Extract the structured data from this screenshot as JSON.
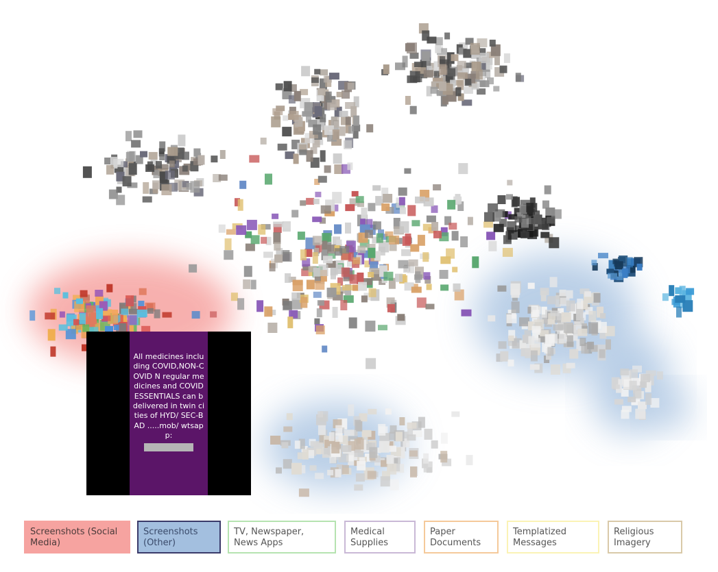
{
  "preview": {
    "text": "All medicines including COVID,NON-COVID N regular medicines and COVID ESSENTIALS can b delivered in twin cities of HYD/ SEC-BAD .....mob/ wtsapp:",
    "background_color": "#000000",
    "card_color": "#5b1568"
  },
  "legend": {
    "items": [
      {
        "label": "Screenshots (Social Media)",
        "fill": "#f6a3a0",
        "border": "#f6a3a0",
        "text_color": "#4b3b3b",
        "selected": false
      },
      {
        "label": "Screenshots (Other)",
        "fill": "#a3bfdf",
        "border": "#3a3a6a",
        "text_color": "#3a4a6a",
        "selected": true
      },
      {
        "label": "TV, Newspaper, News Apps",
        "fill": "#ffffff",
        "border": "#b5e3b0",
        "text_color": "#555555",
        "selected": false
      },
      {
        "label": "Medical Supplies",
        "fill": "#ffffff",
        "border": "#c9b8d6",
        "text_color": "#555555",
        "selected": false
      },
      {
        "label": "Paper Documents",
        "fill": "#ffffff",
        "border": "#f5c99a",
        "text_color": "#555555",
        "selected": false
      },
      {
        "label": "Templatized Messages",
        "fill": "#ffffff",
        "border": "#fbf3b5",
        "text_color": "#555555",
        "selected": false
      },
      {
        "label": "Religious Imagery",
        "fill": "#ffffff",
        "border": "#d9c9a8",
        "text_color": "#555555",
        "selected": false
      }
    ]
  },
  "highlight_colors": {
    "social_media_region": "#f6a3a0",
    "other_region": "#a3bfdf"
  },
  "thumbnail_palette": [
    "#9a9a9a",
    "#7a7a7a",
    "#b8b0a8",
    "#5a5a5a",
    "#c8c8c8",
    "#8a7f78",
    "#6b6b7a",
    "#a89a8a",
    "#d9d9d9",
    "#4a4a4a",
    "#b0a090"
  ]
}
